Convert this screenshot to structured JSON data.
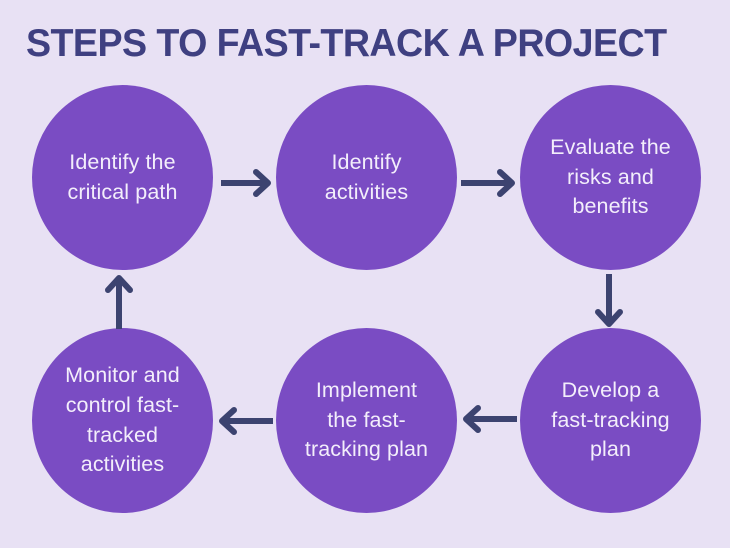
{
  "page": {
    "title": "STEPS TO FAST-TRACK A PROJECT",
    "background_color": "#e8e1f4",
    "title_color": "#3f4081",
    "node_color": "#7a4cc3",
    "node_text_color": "#f3eefb",
    "arrow_color": "#3c4370"
  },
  "diagram": {
    "type": "cycle-flowchart",
    "nodes": [
      {
        "id": 1,
        "label": "Identify the\ncritical path",
        "order": 1
      },
      {
        "id": 2,
        "label": "Identify\nactivities",
        "order": 2
      },
      {
        "id": 3,
        "label": "Evaluate the\nrisks and\nbenefits",
        "order": 3
      },
      {
        "id": 4,
        "label": "Develop a\nfast-tracking\nplan",
        "order": 4
      },
      {
        "id": 5,
        "label": "Implement\nthe fast-\ntracking plan",
        "order": 5
      },
      {
        "id": 6,
        "label": "Monitor and\ncontrol fast-\ntracked\nactivities",
        "order": 6
      }
    ],
    "arrows": [
      {
        "id": 1,
        "from": 1,
        "to": 2,
        "direction": "right"
      },
      {
        "id": 2,
        "from": 2,
        "to": 3,
        "direction": "right"
      },
      {
        "id": 3,
        "from": 3,
        "to": 4,
        "direction": "down"
      },
      {
        "id": 4,
        "from": 4,
        "to": 5,
        "direction": "left"
      },
      {
        "id": 5,
        "from": 5,
        "to": 6,
        "direction": "left"
      },
      {
        "id": 6,
        "from": 6,
        "to": 1,
        "direction": "up"
      }
    ]
  }
}
